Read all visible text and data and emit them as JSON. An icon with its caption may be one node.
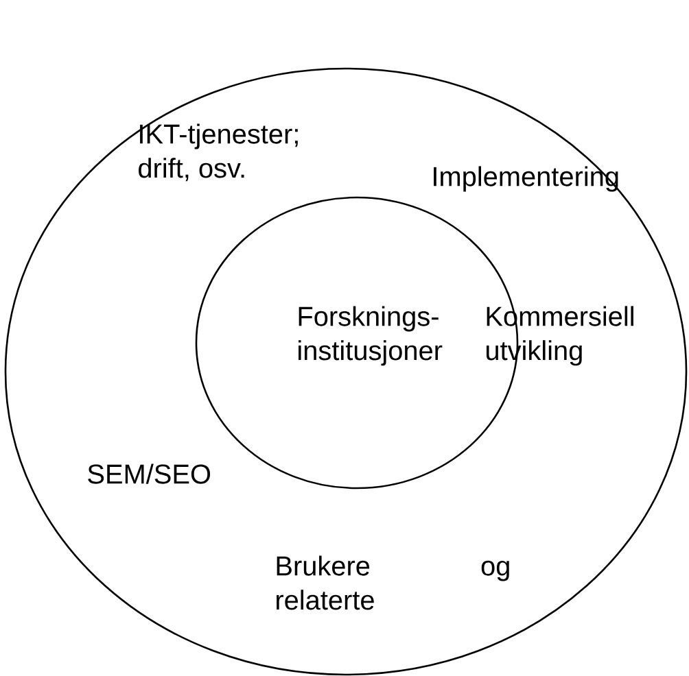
{
  "diagram": {
    "nodes": [
      {
        "text": [
          "IKT-tjenester; drift, osv.",
          "Implementering",
          "Kommersiell utvikling",
          "SEM/SEO",
          "Brukere og relaterte"
        ]
      },
      {
        "text": [
          "Forsknings- institusjoner"
        ],
        "in": 0
      }
    ]
  }
}
